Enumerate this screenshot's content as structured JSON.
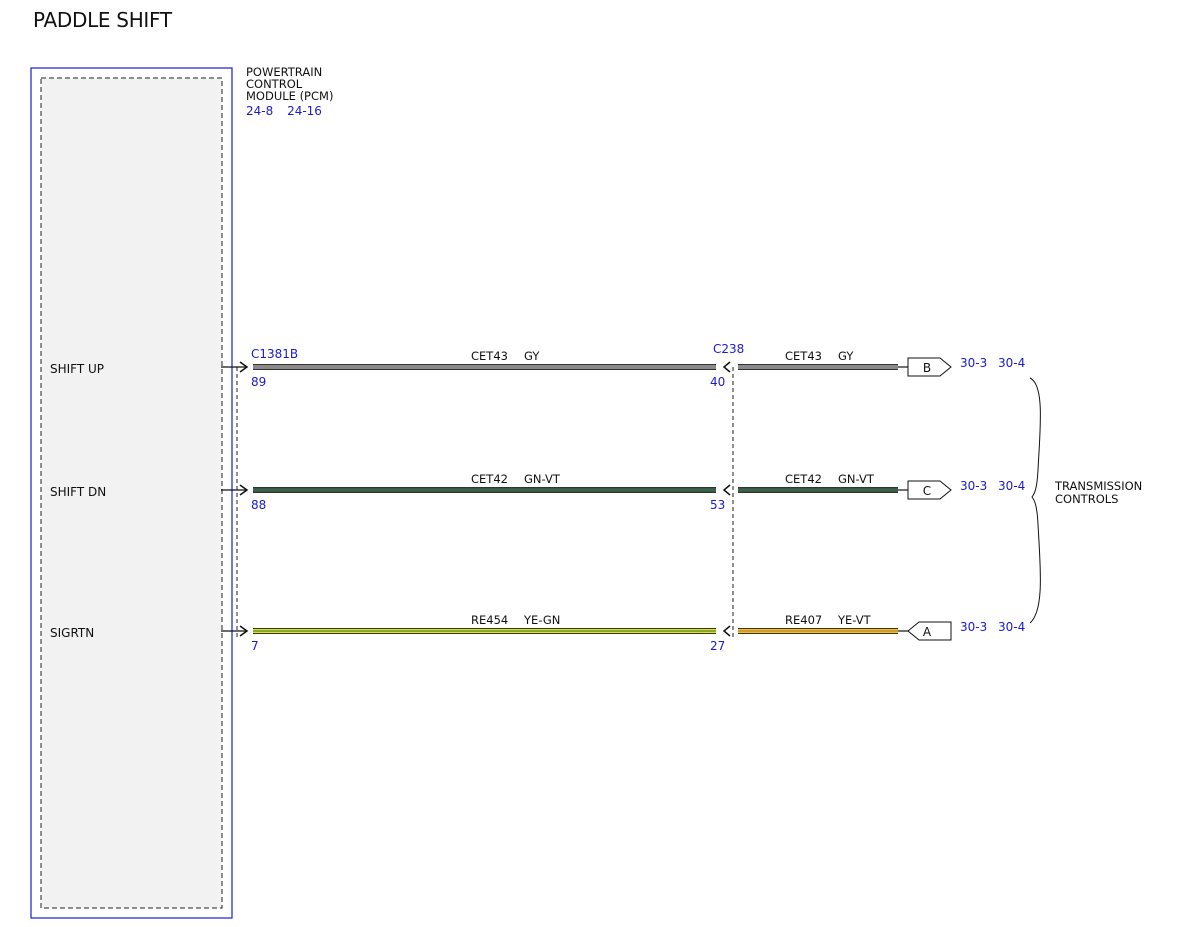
{
  "title": "PADDLE SHIFT",
  "module": {
    "name_lines": [
      "POWERTRAIN",
      "CONTROL",
      "MODULE (PCM)"
    ],
    "refs": [
      "24-8",
      "24-16"
    ]
  },
  "connectors": {
    "left": "C1381B",
    "middle": "C238"
  },
  "circuits": [
    {
      "signal": "SHIFT UP",
      "left_pin": "89",
      "mid_pin": "40",
      "left_circuit": "CET43",
      "left_color": "GY",
      "right_circuit": "CET43",
      "right_color": "GY",
      "left_wire": [
        "#8a8a8a",
        "#8a8a8a"
      ],
      "right_wire": [
        "#8a8a8a",
        "#8a8a8a"
      ],
      "flag": "B",
      "flag_dir": "right",
      "refs": [
        "30-3",
        "30-4"
      ]
    },
    {
      "signal": "SHIFT DN",
      "left_pin": "88",
      "mid_pin": "53",
      "left_circuit": "CET42",
      "left_color": "GN-VT",
      "right_circuit": "CET42",
      "right_color": "GN-VT",
      "left_wire": [
        "#1f6b1f",
        "#7a3ca0"
      ],
      "right_wire": [
        "#1f6b1f",
        "#7a3ca0"
      ],
      "flag": "C",
      "flag_dir": "right",
      "refs": [
        "30-3",
        "30-4"
      ]
    },
    {
      "signal": "SIGRTN",
      "left_pin": "7",
      "mid_pin": "27",
      "left_circuit": "RE454",
      "left_color": "YE-GN",
      "right_circuit": "RE407",
      "right_color": "YE-VT",
      "left_wire": [
        "#e8e01c",
        "#3d8a2a"
      ],
      "right_wire": [
        "#f0c419",
        "#c97a2e"
      ],
      "flag": "A",
      "flag_dir": "left",
      "refs": [
        "30-3",
        "30-4"
      ]
    }
  ],
  "group_label_lines": [
    "TRANSMISSION",
    "CONTROLS"
  ],
  "colors": {
    "module_border": "#1a1ad6",
    "ref_text": "#1a1ad6",
    "line": "#111111"
  }
}
